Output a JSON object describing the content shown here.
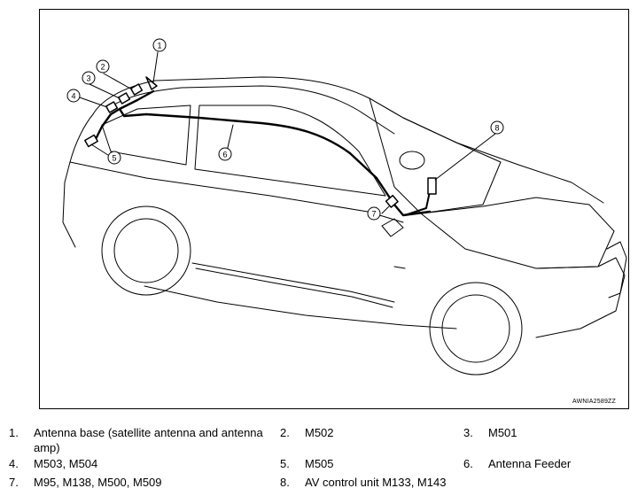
{
  "figure": {
    "code": "AWNIA2589ZZ",
    "callouts": [
      "1",
      "2",
      "3",
      "4",
      "5",
      "6",
      "7",
      "8"
    ]
  },
  "legend": [
    {
      "num": "1.",
      "text": "Antenna base (satellite antenna and antenna amp)"
    },
    {
      "num": "2.",
      "text": "M502"
    },
    {
      "num": "3.",
      "text": "M501"
    },
    {
      "num": "4.",
      "text": "M503, M504"
    },
    {
      "num": "5.",
      "text": "M505"
    },
    {
      "num": "6.",
      "text": "Antenna Feeder"
    },
    {
      "num": "7.",
      "text": "M95, M138, M500, M509"
    },
    {
      "num": "8.",
      "text": "AV control unit M133, M143"
    }
  ]
}
